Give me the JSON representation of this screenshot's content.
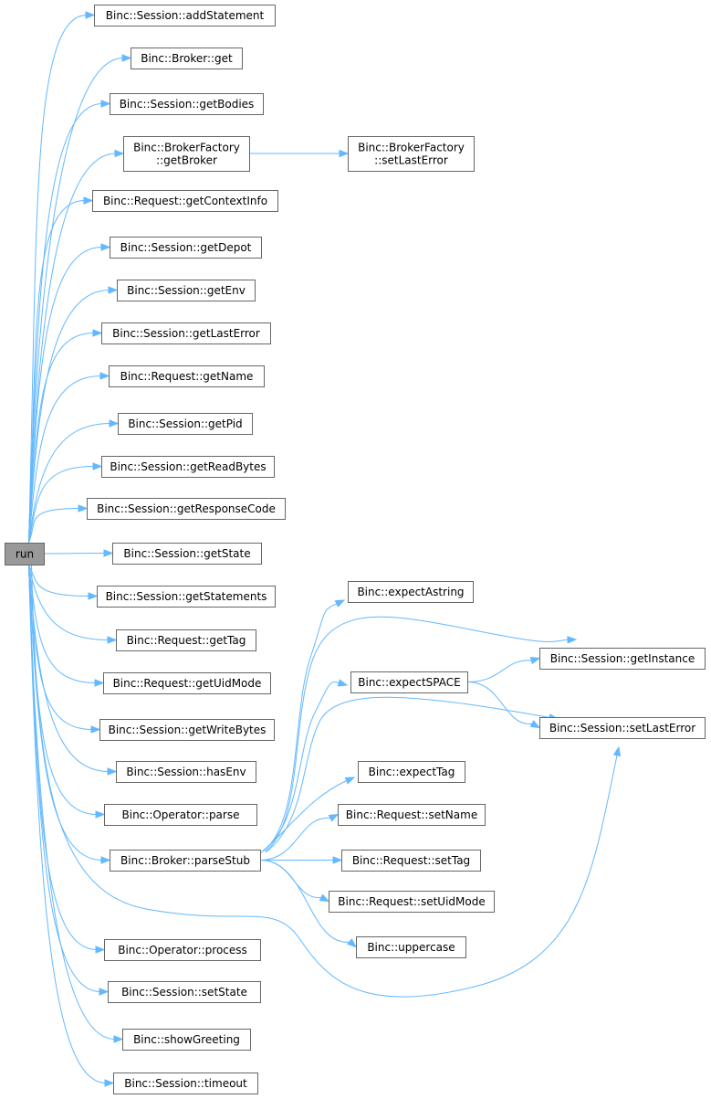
{
  "root": {
    "label": "run"
  },
  "nodes": {
    "addStatement": [
      "Binc::Session::addStatement"
    ],
    "brokerGet": [
      "Binc::Broker::get"
    ],
    "getBodies": [
      "Binc::Session::getBodies"
    ],
    "getBroker": [
      "Binc::BrokerFactory",
      "::getBroker"
    ],
    "bfSetLastError": [
      "Binc::BrokerFactory",
      "::setLastError"
    ],
    "getContextInfo": [
      "Binc::Request::getContextInfo"
    ],
    "getDepot": [
      "Binc::Session::getDepot"
    ],
    "getEnv": [
      "Binc::Session::getEnv"
    ],
    "getLastError": [
      "Binc::Session::getLastError"
    ],
    "getName": [
      "Binc::Request::getName"
    ],
    "getPid": [
      "Binc::Session::getPid"
    ],
    "getReadBytes": [
      "Binc::Session::getReadBytes"
    ],
    "getResponseCode": [
      "Binc::Session::getResponseCode"
    ],
    "getState": [
      "Binc::Session::getState"
    ],
    "getStatements": [
      "Binc::Session::getStatements"
    ],
    "getTag": [
      "Binc::Request::getTag"
    ],
    "getUidMode": [
      "Binc::Request::getUidMode"
    ],
    "getWriteBytes": [
      "Binc::Session::getWriteBytes"
    ],
    "hasEnv": [
      "Binc::Session::hasEnv"
    ],
    "opParse": [
      "Binc::Operator::parse"
    ],
    "parseStub": [
      "Binc::Broker::parseStub"
    ],
    "opProcess": [
      "Binc::Operator::process"
    ],
    "setState": [
      "Binc::Session::setState"
    ],
    "showGreeting": [
      "Binc::showGreeting"
    ],
    "timeout": [
      "Binc::Session::timeout"
    ],
    "expectAstring": [
      "Binc::expectAstring"
    ],
    "expectSPACE": [
      "Binc::expectSPACE"
    ],
    "expectTag": [
      "Binc::expectTag"
    ],
    "setName": [
      "Binc::Request::setName"
    ],
    "setTag": [
      "Binc::Request::setTag"
    ],
    "setUidMode": [
      "Binc::Request::setUidMode"
    ],
    "uppercase": [
      "Binc::uppercase"
    ],
    "getInstance": [
      "Binc::Session::getInstance"
    ],
    "sSetLastError": [
      "Binc::Session::setLastError"
    ]
  },
  "edges": [
    [
      "run",
      "addStatement"
    ],
    [
      "run",
      "brokerGet"
    ],
    [
      "run",
      "getBodies"
    ],
    [
      "run",
      "getBroker"
    ],
    [
      "run",
      "getContextInfo"
    ],
    [
      "run",
      "getDepot"
    ],
    [
      "run",
      "getEnv"
    ],
    [
      "run",
      "getLastError"
    ],
    [
      "run",
      "getName"
    ],
    [
      "run",
      "getPid"
    ],
    [
      "run",
      "getReadBytes"
    ],
    [
      "run",
      "getResponseCode"
    ],
    [
      "run",
      "getState"
    ],
    [
      "run",
      "getStatements"
    ],
    [
      "run",
      "getTag"
    ],
    [
      "run",
      "getUidMode"
    ],
    [
      "run",
      "getWriteBytes"
    ],
    [
      "run",
      "hasEnv"
    ],
    [
      "run",
      "opParse"
    ],
    [
      "run",
      "parseStub"
    ],
    [
      "run",
      "opProcess"
    ],
    [
      "run",
      "setState"
    ],
    [
      "run",
      "showGreeting"
    ],
    [
      "run",
      "timeout"
    ],
    [
      "run",
      "sSetLastError"
    ],
    [
      "getBroker",
      "bfSetLastError"
    ],
    [
      "parseStub",
      "expectAstring"
    ],
    [
      "parseStub",
      "getInstance"
    ],
    [
      "parseStub",
      "expectSPACE"
    ],
    [
      "parseStub",
      "sSetLastError"
    ],
    [
      "parseStub",
      "expectTag"
    ],
    [
      "parseStub",
      "setName"
    ],
    [
      "parseStub",
      "setTag"
    ],
    [
      "parseStub",
      "setUidMode"
    ],
    [
      "parseStub",
      "uppercase"
    ],
    [
      "expectSPACE",
      "getInstance"
    ],
    [
      "expectSPACE",
      "sSetLastError"
    ]
  ]
}
